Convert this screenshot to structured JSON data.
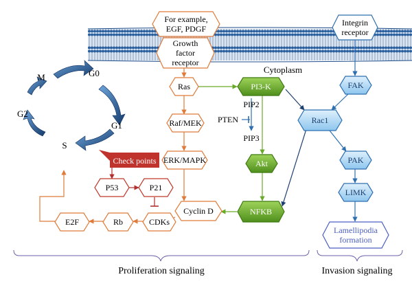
{
  "membrane": {
    "ligand": [
      "For example,",
      "EGF, PDGF"
    ],
    "growth_receptor": [
      "Growth",
      "factor",
      "receptor"
    ],
    "integrin": [
      "Integrin",
      "receptor"
    ],
    "cytoplasm": "Cytoplasm"
  },
  "cell_cycle": {
    "m": "M",
    "g0": "G0",
    "g1": "G1",
    "g2": "G2",
    "s": "S",
    "checkpoints": "Check points"
  },
  "proliferation": {
    "ras": "Ras",
    "raf": "Raf/MEK",
    "erk": "ERK/MAPK",
    "cyclin": "Cyclin D",
    "cdks": "CDKs",
    "rb": "Rb",
    "e2f": "E2F",
    "p53": "P53",
    "p21": "P21",
    "pi3k": "PI3-K",
    "pip2": "PIP2",
    "pten": "PTEN",
    "pip3": "PIP3",
    "akt": "Akt",
    "nfkb": "NFKB"
  },
  "invasion": {
    "fak": "FAK",
    "rac1": "Rac1",
    "pak": "PAK",
    "limk": "LIMK",
    "lamellipodia": [
      "Lamellipodia",
      "formation"
    ]
  },
  "footer": {
    "proliferation_label": "Proliferation signaling",
    "invasion_label": "Invasion signaling"
  },
  "colors": {
    "orange": "#e07b39",
    "red": "#c0392b",
    "green": "#6aaa2a",
    "blue": "#2e6fb0",
    "navy": "#1c3f6e",
    "membrane": "#2a5f9e"
  }
}
